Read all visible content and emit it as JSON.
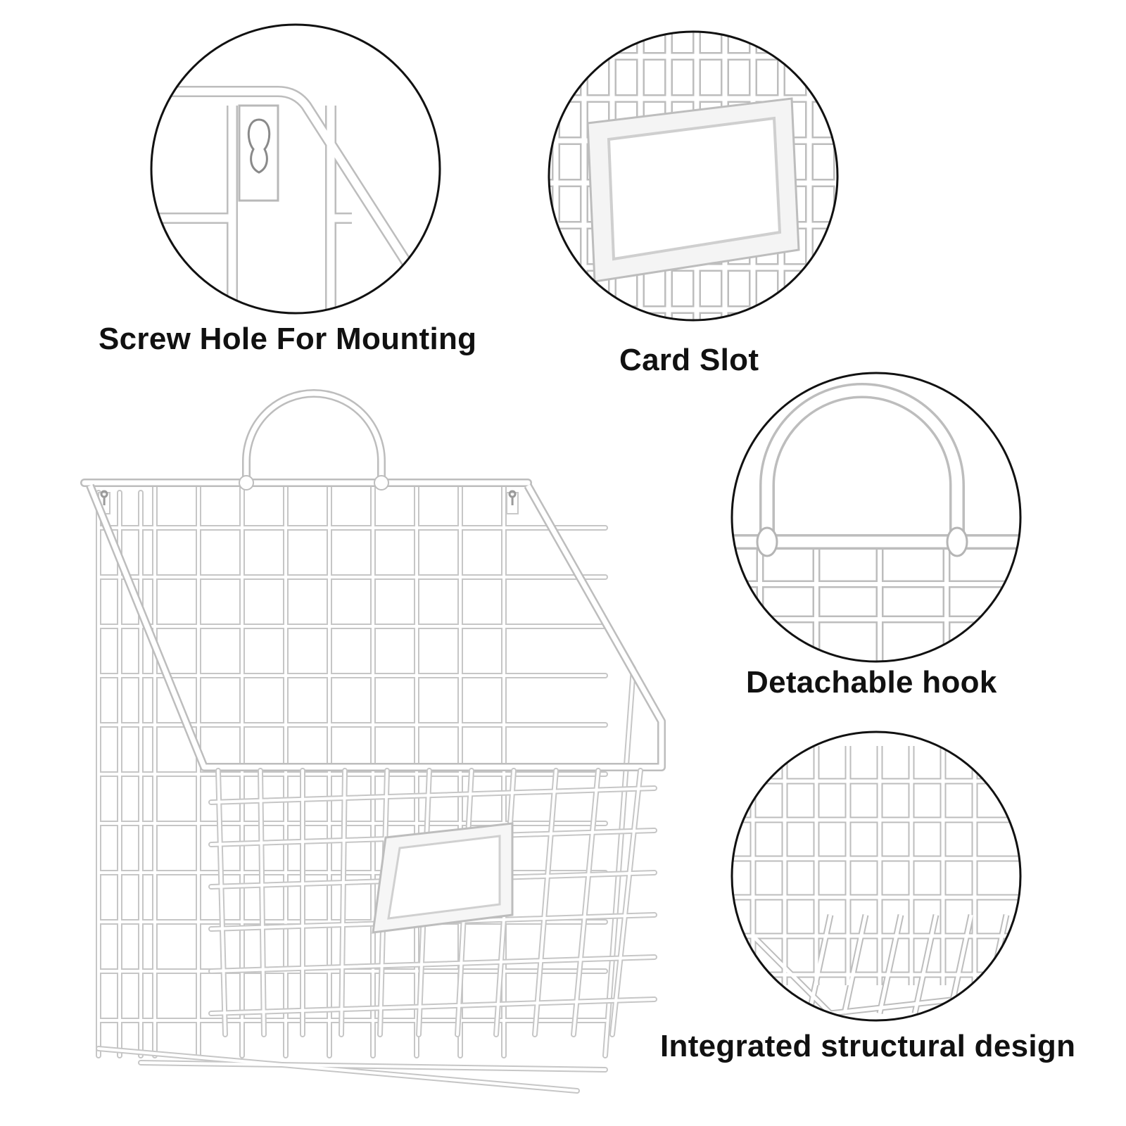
{
  "product": {
    "name": "white-wire-wall-file-basket",
    "color": "#ffffff",
    "outline_color": "#c4c4c4"
  },
  "features": [
    {
      "id": "screw-hole",
      "label": "Screw Hole For Mounting",
      "icon": "keyhole-slot"
    },
    {
      "id": "card-slot",
      "label": "Card Slot",
      "icon": "label-card-holder"
    },
    {
      "id": "hook",
      "label": "Detachable hook",
      "icon": "arched-hook"
    },
    {
      "id": "structure",
      "label": "Integrated structural design",
      "icon": "wire-grid-corner"
    }
  ]
}
